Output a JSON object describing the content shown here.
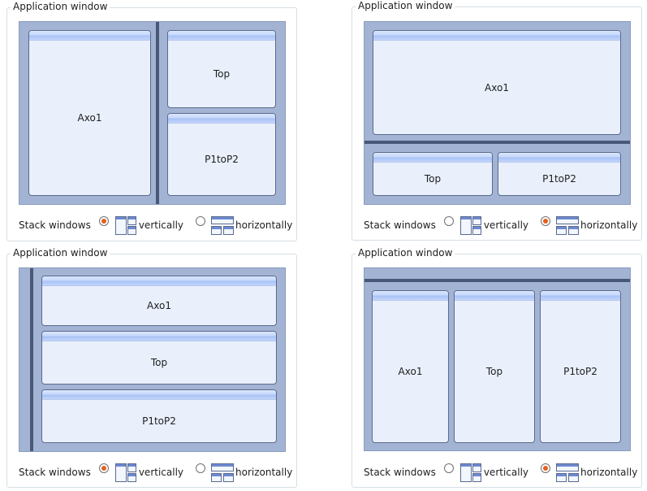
{
  "panels": [
    {
      "title": "Application window",
      "windows": [
        "Axo1",
        "Top",
        "P1toP2"
      ],
      "stack_label": "Stack windows",
      "options": {
        "vertical": "vertically",
        "horizontal": "horizontally"
      },
      "selected": "vertically"
    },
    {
      "title": "Application window",
      "windows": [
        "Axo1",
        "Top",
        "P1toP2"
      ],
      "stack_label": "Stack windows",
      "options": {
        "vertical": "vertically",
        "horizontal": "horizontally"
      },
      "selected": "horizontally"
    },
    {
      "title": "Application window",
      "windows": [
        "Axo1",
        "Top",
        "P1toP2"
      ],
      "stack_label": "Stack windows",
      "options": {
        "vertical": "vertically",
        "horizontal": "horizontally"
      },
      "selected": "vertically"
    },
    {
      "title": "Application window",
      "windows": [
        "Axo1",
        "Top",
        "P1toP2"
      ],
      "stack_label": "Stack windows",
      "options": {
        "vertical": "vertically",
        "horizontal": "horizontally"
      },
      "selected": "horizontally"
    }
  ],
  "icons": {
    "vertical": "stack-vertical-icon",
    "horizontal": "stack-horizontal-icon"
  },
  "colors": {
    "canvas": "#a3b3d4",
    "window": "#e9f0fb",
    "splitter": "#4a5877",
    "radio_selected": "#e5601b"
  }
}
